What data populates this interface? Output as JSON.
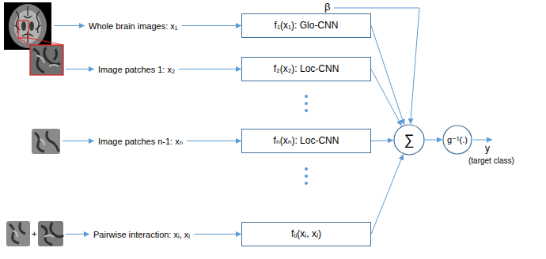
{
  "diagram": {
    "nodes": [
      {
        "text": [
          "f₁(x₁): Glo-CNN"
        ]
      },
      {
        "text": [
          "f₂(x₂): Loc-CNN"
        ]
      },
      {
        "text": [
          "fₙ(xₙ): Loc-CNN"
        ]
      },
      {
        "text": [
          "fᵢⱼ(xᵢ, xⱼ)"
        ]
      },
      {
        "text": [
          "∑"
        ]
      },
      {
        "text": [
          "g⁻¹(.)"
        ]
      }
    ],
    "edges": [
      {
        "from": 0,
        "to": 4,
        "arrow": "to"
      },
      {
        "from": 1,
        "to": 4,
        "arrow": "to"
      },
      {
        "from": 2,
        "to": 4,
        "arrow": "to"
      },
      {
        "from": 3,
        "to": 4,
        "arrow": "to"
      },
      {
        "from": 4,
        "to": 5,
        "arrow": "to"
      }
    ],
    "labels": [
      "β",
      "Whole brain images: x₁",
      "Image patches 1: x₂",
      "Image patches n-1: xₙ",
      "Pairwise interaction: xᵢ, xⱼ",
      "+",
      "y",
      "(target class)"
    ]
  }
}
